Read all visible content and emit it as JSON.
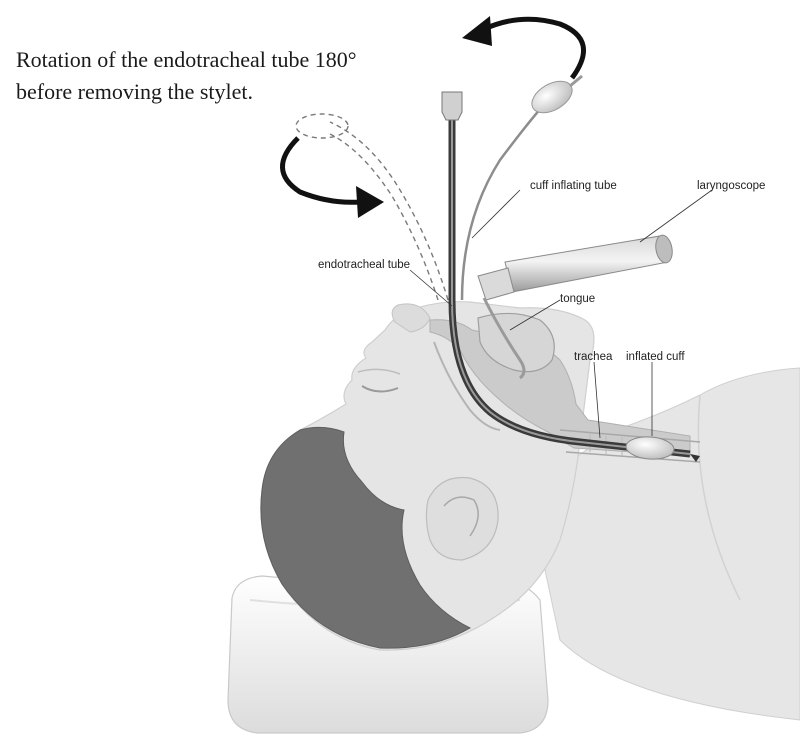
{
  "caption": {
    "line1": "Rotation of the endotracheal tube 180°",
    "line2": "before removing the stylet."
  },
  "labels": {
    "cuff_inflating_tube": "cuff inflating tube",
    "laryngoscope": "laryngoscope",
    "endotracheal_tube": "endotracheal tube",
    "tongue": "tongue",
    "trachea": "trachea",
    "inflated_cuff": "inflated cuff"
  },
  "colors": {
    "skin": "#e3e3e3",
    "hair": "#6f6f6f",
    "pillow": "#f2f2f2",
    "tube": "#3c3c3c",
    "arrow": "#111111"
  }
}
